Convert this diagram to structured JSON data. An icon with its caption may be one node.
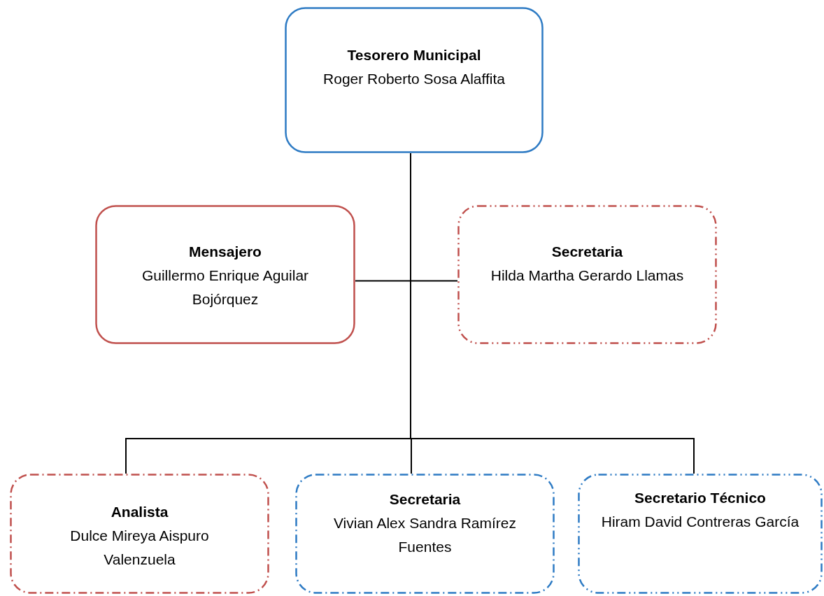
{
  "diagram": {
    "nodes": [
      {
        "text": [
          "Tesorero Municipal",
          "Roger Roberto Sosa Alaffita"
        ]
      },
      {
        "text": [
          "Mensajero",
          "Guillermo Enrique Aguilar Bojórquez"
        ]
      },
      {
        "text": [
          "Secretaria",
          "Hilda Martha Gerardo Llamas"
        ]
      },
      {
        "text": [
          "Analista",
          "Dulce Mireya Aispuro Valenzuela"
        ]
      },
      {
        "text": [
          "Secretaria",
          "Vivian Alex Sandra Ramírez Fuentes"
        ]
      },
      {
        "text": [
          "Secretario Técnico",
          "Hiram David Contreras García"
        ]
      }
    ],
    "edges": [
      {
        "from": 0,
        "to": 1,
        "arrow": "none"
      },
      {
        "from": 0,
        "to": 2,
        "arrow": "none"
      },
      {
        "from": 0,
        "to": 3,
        "arrow": "none"
      },
      {
        "from": 0,
        "to": 4,
        "arrow": "none"
      },
      {
        "from": 0,
        "to": 5,
        "arrow": "none"
      }
    ]
  }
}
